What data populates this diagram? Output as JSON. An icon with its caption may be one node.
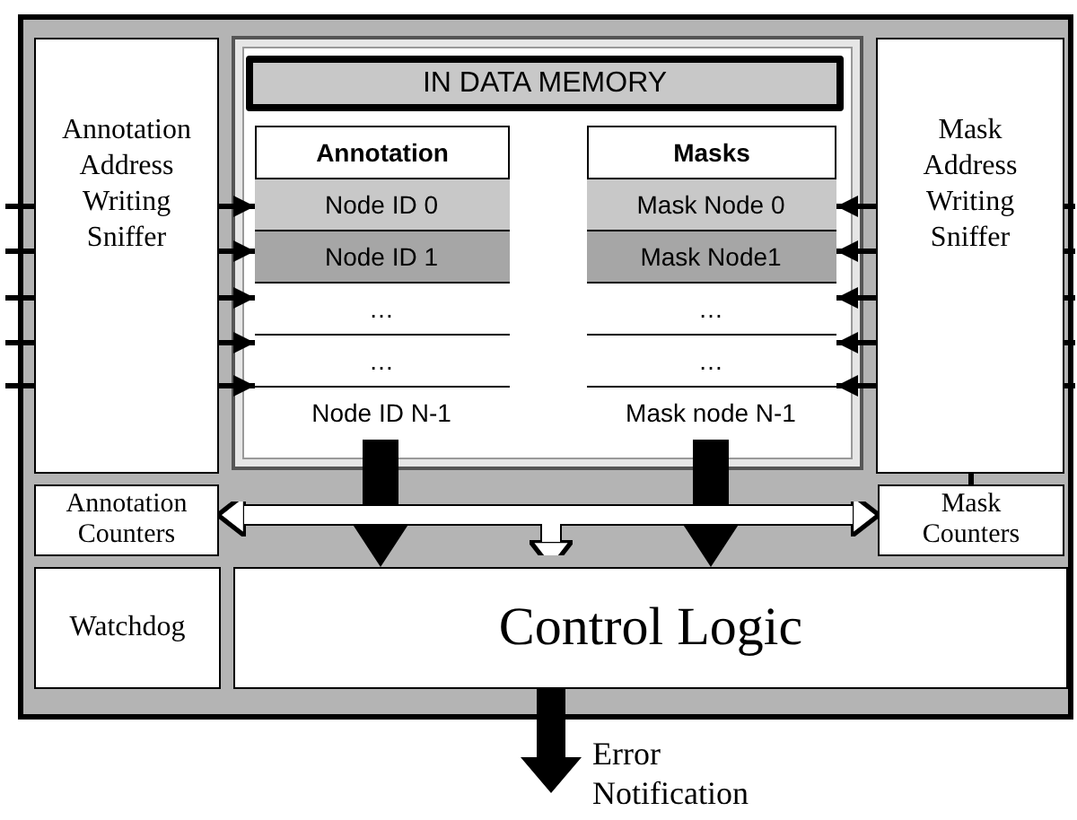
{
  "diagram": {
    "nodes": [
      {
        "text": [],
        "shape": "box"
      },
      {
        "text": [
          "Annotation Address Writing Sniffer"
        ],
        "in": 0
      },
      {
        "text": [],
        "shape": "box",
        "in": 0
      },
      {
        "text": [
          "IN DATA MEMORY"
        ],
        "in": 2
      },
      {
        "text": [
          "Annotation"
        ],
        "in": 2
      },
      {
        "text": [
          "Node ID 0"
        ],
        "in": 4
      },
      {
        "text": [
          "Node ID 1"
        ],
        "in": 4
      },
      {
        "text": [
          "…"
        ],
        "in": 4
      },
      {
        "text": [
          "…"
        ],
        "in": 4
      },
      {
        "text": [
          "Node ID N-1"
        ],
        "in": 4
      },
      {
        "text": [
          "Masks"
        ],
        "in": 2
      },
      {
        "text": [
          "Mask Node 0"
        ],
        "in": 10
      },
      {
        "text": [
          "Mask Node1"
        ],
        "in": 10
      },
      {
        "text": [
          "…"
        ],
        "in": 10
      },
      {
        "text": [
          "…"
        ],
        "in": 10
      },
      {
        "text": [
          "Mask node N-1"
        ],
        "in": 10
      },
      {
        "text": [
          "Mask Address Writing Sniffer"
        ],
        "in": 0
      },
      {
        "text": [
          "Annotation Counters"
        ],
        "in": 0
      },
      {
        "text": [
          "Mask Counters"
        ],
        "in": 0
      },
      {
        "text": [
          "Watchdog"
        ],
        "in": 0
      },
      {
        "text": [
          "Control Logic"
        ],
        "in": 0
      },
      {
        "text": [
          "Error Notification"
        ]
      }
    ],
    "edges": [
      {
        "from": 1,
        "to": 5,
        "arrow": "to"
      },
      {
        "from": 1,
        "to": 6,
        "arrow": "to"
      },
      {
        "from": 1,
        "to": 7,
        "arrow": "to"
      },
      {
        "from": 1,
        "to": 8,
        "arrow": "to"
      },
      {
        "from": 1,
        "to": 9,
        "arrow": "to"
      },
      {
        "from": 16,
        "to": 11,
        "arrow": "to"
      },
      {
        "from": 16,
        "to": 12,
        "arrow": "to"
      },
      {
        "from": 16,
        "to": 13,
        "arrow": "to"
      },
      {
        "from": 16,
        "to": 14,
        "arrow": "to"
      },
      {
        "from": 16,
        "to": 15,
        "arrow": "to"
      },
      {
        "from": null,
        "to": 1,
        "arrow": "none"
      },
      {
        "from": null,
        "to": 1,
        "arrow": "none"
      },
      {
        "from": null,
        "to": 1,
        "arrow": "none"
      },
      {
        "from": null,
        "to": 1,
        "arrow": "none"
      },
      {
        "from": null,
        "to": 1,
        "arrow": "none"
      },
      {
        "from": null,
        "to": 16,
        "arrow": "none"
      },
      {
        "from": null,
        "to": 16,
        "arrow": "none"
      },
      {
        "from": null,
        "to": 16,
        "arrow": "none"
      },
      {
        "from": null,
        "to": 16,
        "arrow": "none"
      },
      {
        "from": null,
        "to": 16,
        "arrow": "none"
      },
      {
        "from": 16,
        "to": 18,
        "arrow": "none"
      },
      {
        "from": 4,
        "to": 20,
        "arrow": "to",
        "style": "thick"
      },
      {
        "from": 10,
        "to": 20,
        "arrow": "to",
        "style": "thick"
      },
      {
        "from": 17,
        "to": 20,
        "arrow": "both",
        "style": "thick",
        "color": "#ffffff"
      },
      {
        "from": 18,
        "to": 20,
        "arrow": "both",
        "style": "thick",
        "color": "#ffffff"
      },
      {
        "from": 20,
        "to": 21,
        "arrow": "to",
        "style": "thick"
      }
    ]
  }
}
